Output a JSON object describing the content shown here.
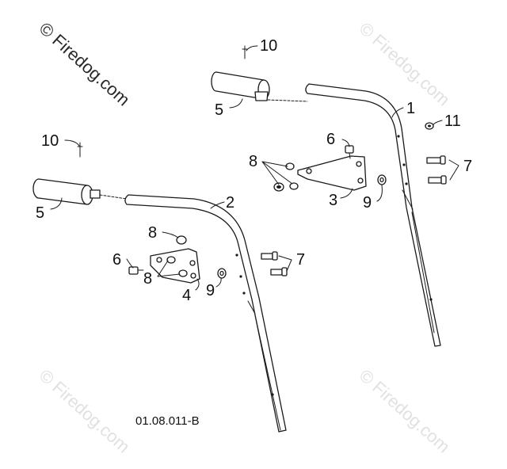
{
  "watermarks": {
    "top_left": "© Firedog.com",
    "top_right": "© Firedog.com",
    "bottom_left": "© Firedog.com",
    "bottom_right": "© Firedog.com"
  },
  "reference_code": "01.08.011-B",
  "callouts": {
    "c1": "1",
    "c2": "2",
    "c3": "3",
    "c4": "4",
    "c5a": "5",
    "c5b": "5",
    "c6a": "6",
    "c6b": "6",
    "c7a": "7",
    "c7b": "7",
    "c8a": "8",
    "c8b": "8",
    "c8c": "8",
    "c9a": "9",
    "c9b": "9",
    "c10a": "10",
    "c10b": "10",
    "c11": "11"
  },
  "colors": {
    "line": "#1a1a1a",
    "watermark": "#e1e1e1",
    "background": "#ffffff"
  }
}
